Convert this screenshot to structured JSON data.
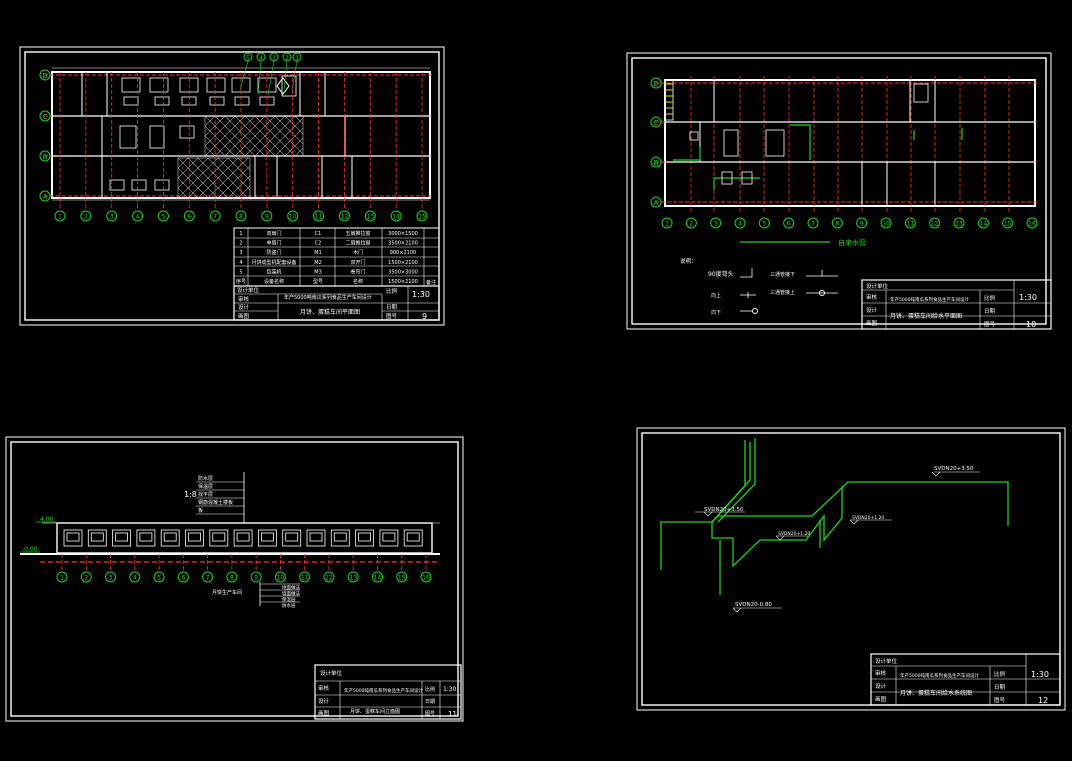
{
  "sheets": [
    {
      "id": "sheet-9",
      "design_unit_label": "设计单位",
      "project_name": "年产5000吨南瓜系列食品生产车间设计",
      "drawing_title": "月饼、蛋糕车间平面图",
      "scale_label": "比例",
      "scale": "1:30",
      "date_label": "日期",
      "sheet_no_label": "图号",
      "sheet_no": "9",
      "role_labels": [
        "审核",
        "设计",
        "画图"
      ],
      "door_table": [
        {
          "no": "1",
          "name": "双扇门",
          "code": "C1",
          "type": "五扇推拉窗",
          "size": "3000×1500"
        },
        {
          "no": "2",
          "name": "单扇门",
          "code": "C2",
          "type": "二扇推拉窗",
          "size": "3500×2100"
        },
        {
          "no": "3",
          "name": "防盗门",
          "code": "M1",
          "type": "木门",
          "size": "900×2100"
        },
        {
          "no": "4",
          "name": "月饼成型机配套设备",
          "code": "M2",
          "type": "双开门",
          "size": "1500×2100"
        },
        {
          "no": "5",
          "name": "包装机",
          "code": "M3",
          "type": "卷帘门",
          "size": "3500×3000"
        },
        {
          "no": "序号",
          "name": "设备名称",
          "code": "型号",
          "type": "名称",
          "size": "1500×2100"
        }
      ],
      "door_table_extra": "备注",
      "axis_rows": [
        "D",
        "C",
        "B",
        "A"
      ],
      "axis_cols": [
        "1",
        "2",
        "3",
        "4",
        "5",
        "6",
        "7",
        "8",
        "9",
        "10",
        "11",
        "12",
        "13",
        "14",
        "15"
      ],
      "callouts": [
        "5",
        "4",
        "3",
        "2",
        "1"
      ]
    },
    {
      "id": "sheet-10",
      "design_unit_label": "设计单位",
      "project_name": "年产5000吨南瓜系列食品生产车间设计",
      "drawing_title": "月饼、蛋糕车间给水平面图",
      "scale_label": "比例",
      "scale": "1:30",
      "date_label": "日期",
      "sheet_no_label": "图号",
      "sheet_no": "10",
      "role_labels": [
        "审核",
        "设计",
        "画图"
      ],
      "pipe_label": "自来水管",
      "legend_title": "说明：",
      "legend_items": [
        "90度弯头",
        "三通管接下",
        "向上",
        "三通管接上",
        "向下"
      ],
      "axis_rows": [
        "D",
        "C",
        "B",
        "A"
      ],
      "axis_cols": [
        "1",
        "2",
        "3",
        "4",
        "5",
        "6",
        "7",
        "8",
        "9",
        "10",
        "11",
        "12",
        "13",
        "14",
        "15",
        "16"
      ]
    },
    {
      "id": "sheet-11",
      "design_unit_label": "设计单位",
      "project_name": "年产5000吨南瓜系列食品生产车间设计",
      "drawing_title": "月饼、蛋糕车间立面图",
      "scale_label": "比例",
      "scale": "1:30",
      "date_label": "日期",
      "sheet_no_label": "图号",
      "sheet_no": "11",
      "role_labels": [
        "审核",
        "设计",
        "画图"
      ],
      "elev_top": "4.00",
      "elev_ground": "-0.00",
      "scale_note": "1:8",
      "layer_notes": [
        "防水层",
        "保温层",
        "找平层",
        "钢筋混凝土楼板",
        "板"
      ],
      "bottom_notes": [
        "月饼生产车间",
        "地面做法",
        "墙面做法",
        "保温层",
        "防水层"
      ],
      "axis_cols": [
        "1",
        "2",
        "3",
        "4",
        "5",
        "6",
        "7",
        "8",
        "9",
        "10",
        "11",
        "12",
        "13",
        "14",
        "15",
        "16"
      ]
    },
    {
      "id": "sheet-12",
      "design_unit_label": "设计单位",
      "project_name": "年产5000吨南瓜系列食品生产车间设计",
      "drawing_title": "月饼、蛋糕车间给水系统图",
      "scale_label": "比例",
      "scale": "1:30",
      "date_label": "日期",
      "sheet_no_label": "图号",
      "sheet_no": "12",
      "role_labels": [
        "审核",
        "设计",
        "画图"
      ],
      "pipe_labels": [
        "SVDN20+3.50",
        "SVDN20+3.50",
        "SVDN20+1.20",
        "SVDN20+1.20",
        "SVDN20-0.80"
      ]
    }
  ],
  "colors": {
    "background": "#000000",
    "line": "#ffffff",
    "axis": "#ff3030",
    "pipe": "#19d619",
    "highlight": "#e6e600"
  }
}
